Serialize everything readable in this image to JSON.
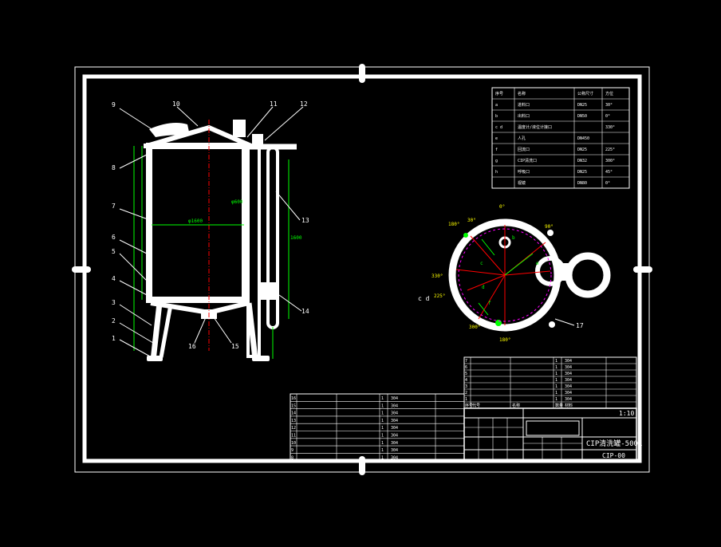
{
  "colors": {
    "background": "#000000",
    "outline": "#ffffff",
    "dimension": "#00ff00",
    "centerline": "#ff0000",
    "angle_text": "#ffff00",
    "nozzle": "#ff00ff"
  },
  "elevation": {
    "callouts_left": [
      "9",
      "8",
      "7",
      "6",
      "5",
      "4",
      "3",
      "2",
      "1"
    ],
    "callouts_top": [
      "10",
      "11",
      "12"
    ],
    "callouts_right": [
      "13",
      "14"
    ],
    "callouts_bottom": [
      "16",
      "15"
    ],
    "dim_width": "φ1600",
    "dim_small": "φ600",
    "dim_height": "1600"
  },
  "plan": {
    "callout": "17",
    "angles": [
      "30°",
      "0°",
      "180°",
      "330°",
      "225°",
      "300°",
      "180°",
      "90°"
    ],
    "nozzle_marks": [
      "b",
      "c",
      "d",
      "e",
      "f"
    ],
    "side_label": "c d"
  },
  "nozzle_table": {
    "header": [
      "序号",
      "名称",
      "公称尺寸",
      "方位"
    ],
    "rows": [
      [
        "a",
        "进料口",
        "DN25",
        "30°"
      ],
      [
        "b",
        "出料口",
        "DN50",
        "0°"
      ],
      [
        "c d",
        "温度计/液位计接口",
        "",
        "330°"
      ],
      [
        "e",
        "人孔",
        "DN450",
        ""
      ],
      [
        "f",
        "回流口",
        "DN25",
        "225°"
      ],
      [
        "g",
        "CIP清洗口",
        "DN32",
        "300°"
      ],
      [
        "h",
        "呼吸口",
        "DN25",
        "45°"
      ],
      [
        "",
        "视镜",
        "DN80",
        "0°"
      ]
    ]
  },
  "parts_list_left": {
    "rows": [
      [
        "16",
        "",
        "",
        "1",
        "304"
      ],
      [
        "15",
        "",
        "",
        "1",
        "304"
      ],
      [
        "14",
        "",
        "",
        "1",
        "304"
      ],
      [
        "13",
        "",
        "",
        "1",
        "304"
      ],
      [
        "12",
        "",
        "",
        "1",
        "304"
      ],
      [
        "11",
        "",
        "",
        "1",
        "304"
      ],
      [
        "10",
        "",
        "",
        "1",
        "304"
      ],
      [
        "9",
        "",
        "",
        "1",
        "304"
      ],
      [
        "8",
        "",
        "",
        "1",
        "304"
      ]
    ]
  },
  "parts_list_right": {
    "rows": [
      [
        "7",
        "",
        "",
        "1",
        "304"
      ],
      [
        "6",
        "",
        "",
        "1",
        "304"
      ],
      [
        "5",
        "",
        "",
        "1",
        "304"
      ],
      [
        "4",
        "",
        "",
        "1",
        "304"
      ],
      [
        "3",
        "",
        "",
        "1",
        "304"
      ],
      [
        "2",
        "",
        "",
        "1",
        "304"
      ],
      [
        "1",
        "",
        "",
        "1",
        "304"
      ]
    ],
    "header": [
      "序号",
      "代号",
      "名称",
      "数量",
      "材料"
    ]
  },
  "title_block": {
    "drawing_title": "CIP清洗罐-500L",
    "drawing_no": "CIP-00",
    "scale": "1:10"
  }
}
